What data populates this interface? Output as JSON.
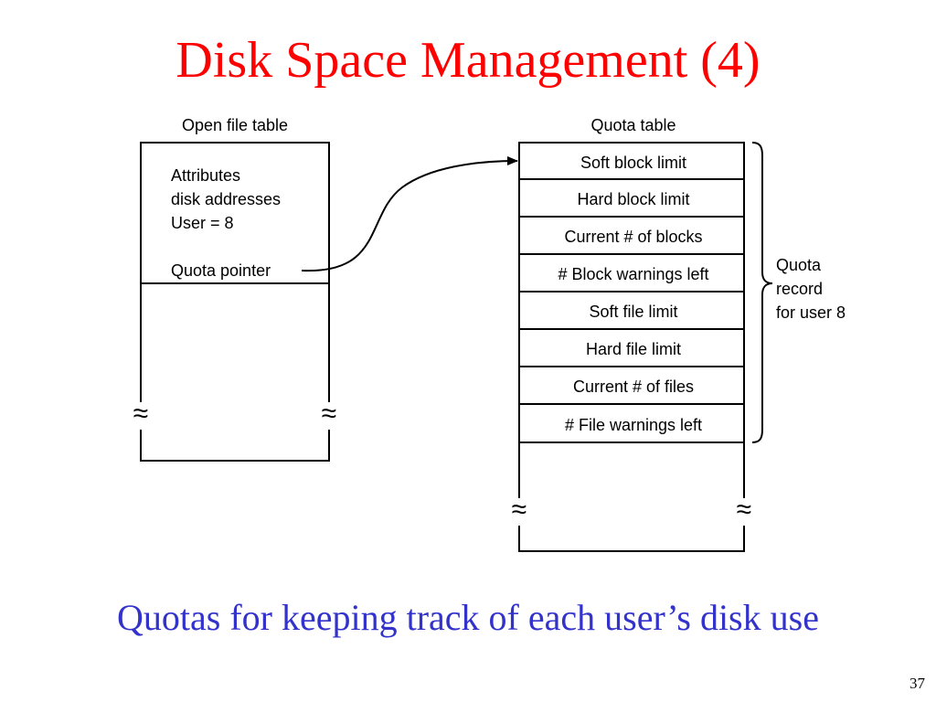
{
  "slide": {
    "title": "Disk Space Management (4)",
    "caption": "Quotas for keeping track of each user’s disk use",
    "page_number": "37"
  },
  "open_file_table": {
    "heading": "Open file table",
    "entry_lines": [
      "Attributes",
      "disk addresses",
      "User = 8"
    ],
    "pointer_label": "Quota pointer"
  },
  "quota_table": {
    "heading": "Quota table",
    "rows": [
      "Soft block limit",
      "Hard block limit",
      "Current # of blocks",
      "# Block warnings left",
      "Soft file limit",
      "Hard file limit",
      "Current # of files",
      "# File warnings left"
    ]
  },
  "quota_record_label": [
    "Quota",
    "record",
    "for user 8"
  ],
  "break_symbol": "≈"
}
